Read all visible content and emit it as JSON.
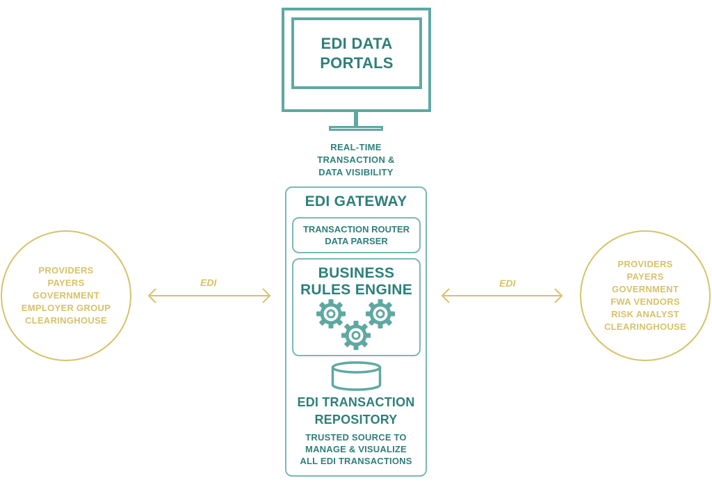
{
  "monitor": {
    "title_line1": "EDI DATA",
    "title_line2": "PORTALS"
  },
  "visibility": {
    "line1": "REAL-TIME",
    "line2": "TRANSACTION &",
    "line3": "DATA VISIBILITY"
  },
  "gateway": {
    "title": "EDI GATEWAY",
    "router": {
      "line1": "TRANSACTION ROUTER",
      "line2": "DATA PARSER"
    },
    "rules_engine": {
      "line1": "BUSINESS",
      "line2": "RULES ENGINE",
      "icon": "gears-icon"
    },
    "repository": {
      "icon": "database-icon",
      "title_line1": "EDI TRANSACTION",
      "title_line2": "REPOSITORY",
      "desc_line1": "TRUSTED SOURCE TO",
      "desc_line2": "MANAGE & VISUALIZE",
      "desc_line3": "ALL EDI TRANSACTIONS"
    }
  },
  "left_circle": {
    "items": [
      "PROVIDERS",
      "PAYERS",
      "GOVERNMENT",
      "EMPLOYER GROUP",
      "CLEARINGHOUSE"
    ]
  },
  "right_circle": {
    "items": [
      "PROVIDERS",
      "PAYERS",
      "GOVERNMENT",
      "FWA VENDORS",
      "RISK ANALYST",
      "CLEARINGHOUSE"
    ]
  },
  "connectors": {
    "left_label": "EDI",
    "right_label": "EDI"
  },
  "colors": {
    "teal": "#2e7f7a",
    "teal_light": "#7bb8b3",
    "gold": "#d6c26a"
  }
}
